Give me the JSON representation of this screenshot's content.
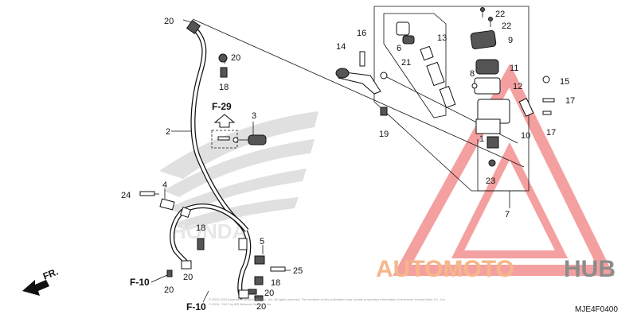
{
  "diagram": {
    "callouts": [
      {
        "id": "c1",
        "label": "1"
      },
      {
        "id": "c2",
        "label": "2"
      },
      {
        "id": "c3",
        "label": "3"
      },
      {
        "id": "c4",
        "label": "4"
      },
      {
        "id": "c5",
        "label": "5"
      },
      {
        "id": "c6",
        "label": "6"
      },
      {
        "id": "c7",
        "label": "7"
      },
      {
        "id": "c8",
        "label": "8"
      },
      {
        "id": "c9",
        "label": "9"
      },
      {
        "id": "c10",
        "label": "10"
      },
      {
        "id": "c11",
        "label": "11"
      },
      {
        "id": "c12",
        "label": "12"
      },
      {
        "id": "c13",
        "label": "13"
      },
      {
        "id": "c14",
        "label": "14"
      },
      {
        "id": "c15",
        "label": "15"
      },
      {
        "id": "c16",
        "label": "16"
      },
      {
        "id": "c17a",
        "label": "17"
      },
      {
        "id": "c17b",
        "label": "17"
      },
      {
        "id": "c18a",
        "label": "18"
      },
      {
        "id": "c18b",
        "label": "18"
      },
      {
        "id": "c18c",
        "label": "18"
      },
      {
        "id": "c19",
        "label": "19"
      },
      {
        "id": "c20a",
        "label": "20"
      },
      {
        "id": "c20b",
        "label": "20"
      },
      {
        "id": "c20c",
        "label": "20"
      },
      {
        "id": "c20d",
        "label": "20"
      },
      {
        "id": "c20e",
        "label": "20"
      },
      {
        "id": "c20f",
        "label": "20"
      },
      {
        "id": "c21",
        "label": "21"
      },
      {
        "id": "c22a",
        "label": "22"
      },
      {
        "id": "c22b",
        "label": "22"
      },
      {
        "id": "c23",
        "label": "23"
      },
      {
        "id": "c24",
        "label": "24"
      },
      {
        "id": "c25",
        "label": "25"
      }
    ],
    "references": {
      "f29": "F-29",
      "f10_left": "F-10",
      "f10_bottom": "F-10",
      "front_arrow": "FR."
    },
    "diagram_code": "MJE4F0400",
    "copyright_line1": "© 2002-2015 American Honda Motor Co., Inc. All rights reserved. The contents of this publication may contain proprietary information of American Honda Motor Co., Inc.",
    "copyright_line2": "© 2004 - 2017 by ARI Network Services, Inc."
  },
  "watermark": {
    "brand_part1": "AUTOMOTO",
    "brand_part2": "HUB",
    "colors": {
      "triangle": "#f08080",
      "text_light": "#f5b78a",
      "text_dark": "#8c8c8c"
    }
  }
}
